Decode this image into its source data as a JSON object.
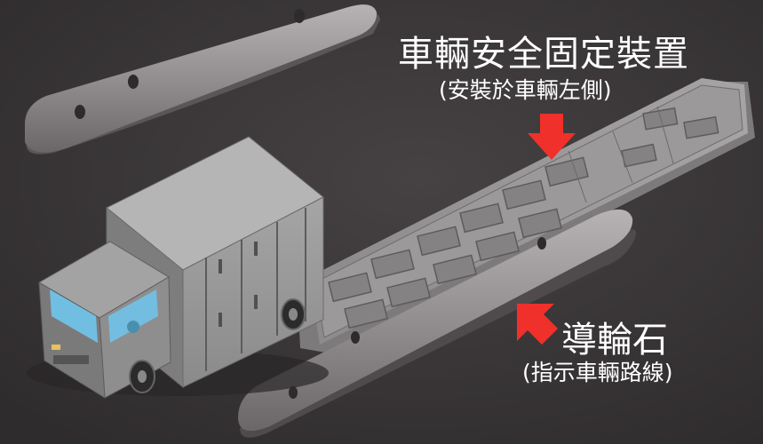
{
  "labels": {
    "device_title": "車輛安全固定裝置",
    "device_subtitle": "(安裝於車輛左側)",
    "guide_title": "導輪石",
    "guide_subtitle": "(指示車輛路線)"
  },
  "colors": {
    "background": "#3b3839",
    "arrow": "#f0302a",
    "truck_cab_glass": "#6fc6ee",
    "curb_stone": "#9a9698",
    "text": "#ffffff"
  },
  "icons": [
    "down-arrow-icon",
    "up-right-arrow-icon"
  ]
}
